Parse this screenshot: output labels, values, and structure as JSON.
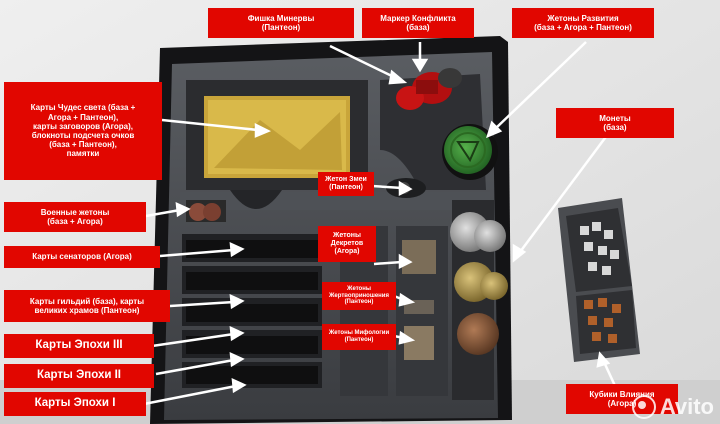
{
  "labels": {
    "minerva": "Фишка Минервы\n(Пантеон)",
    "conflict": "Маркер Конфликта\n(база)",
    "progress": "Жетоны Развития\n(база + Агора + Пантеон)",
    "wonders": "Карты Чудес света (база +\nАгора + Пантеон),\nкарты заговоров (Агора),\nблокноты подсчета очков\n(база + Пантеон),\nпамятки",
    "coins": "Монеты\n(база)",
    "snake": "Жетон Змеи\n(Пантеон)",
    "military": "Военные жетоны\n(база + Агора)",
    "decrees": "Жетоны\nДекретов\n(Агора)",
    "senators": "Карты сенаторов (Агора)",
    "sacrifice": "Жетоны\nЖертвоприношения\n(Пантеон)",
    "guilds": "Карты гильдий (база), карты\nвеликих храмов (Пантеон)",
    "mythology": "Жетоны Мифологии\n(Пантеон)",
    "age3": "Карты Эпохи III",
    "age2": "Карты Эпохи II",
    "age1": "Карты Эпохи I",
    "influence": "Кубики Влияния\n(Агора)"
  },
  "watermark": "Avito",
  "colors": {
    "label_bg": "#e10600",
    "label_text": "#ffffff",
    "arrow": "#ffffff",
    "tray": "#4a4d52",
    "box": "#1c1c1e"
  }
}
